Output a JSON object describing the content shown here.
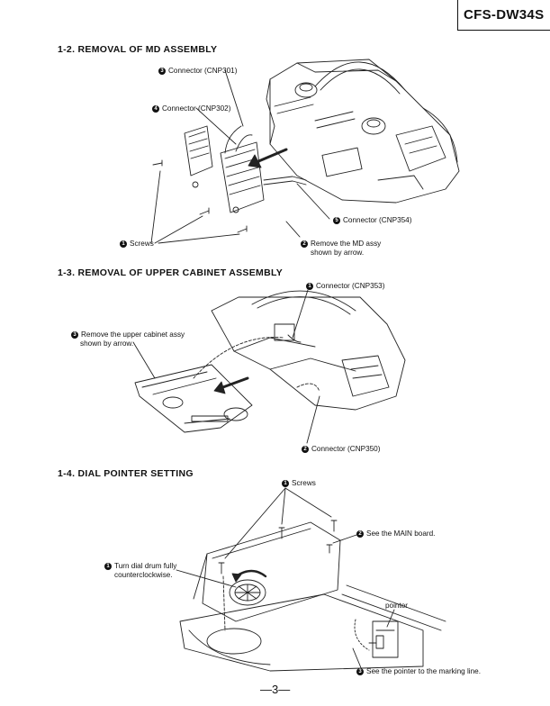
{
  "header": {
    "model": "CFS-DW34S"
  },
  "sections": [
    {
      "heading": "1-2.  REMOVAL OF MD ASSEMBLY",
      "callouts": {
        "cnp301": {
          "num": "3",
          "text": "Connector (CNP301)"
        },
        "cnp302": {
          "num": "4",
          "text": "Connector (CNP302)"
        },
        "cnp354": {
          "num": "5",
          "text": "Connector (CNP354)"
        },
        "screws": {
          "num": "1",
          "text": "Screws"
        },
        "remove_md_1": {
          "num": "2",
          "text": "Remove the MD assy"
        },
        "remove_md_2": {
          "text": "shown by arrow."
        }
      }
    },
    {
      "heading": "1-3.  REMOVAL OF UPPER CABINET ASSEMBLY",
      "callouts": {
        "cnp353": {
          "num": "1",
          "text": "Connector (CNP353)"
        },
        "remove_upper_1": {
          "num": "3",
          "text": "Remove the upper cabinet assy"
        },
        "remove_upper_2": {
          "text": "shown by arrow."
        },
        "cnp350": {
          "num": "2",
          "text": "Connector (CNP350)"
        }
      }
    },
    {
      "heading": "1-4.  DIAL POINTER SETTING",
      "callouts": {
        "screws": {
          "num": "1",
          "text": "Screws"
        },
        "main_board": {
          "num": "2",
          "text": "See the MAIN board."
        },
        "turn_dial_1": {
          "num": "1",
          "text": "Turn dial drum fully"
        },
        "turn_dial_2": {
          "text": "counterclockwise."
        },
        "pointer": {
          "text": "pointer"
        },
        "marking": {
          "num": "3",
          "text": "See the pointer to the marking line."
        }
      }
    }
  ],
  "footer": {
    "page": "—3—"
  }
}
